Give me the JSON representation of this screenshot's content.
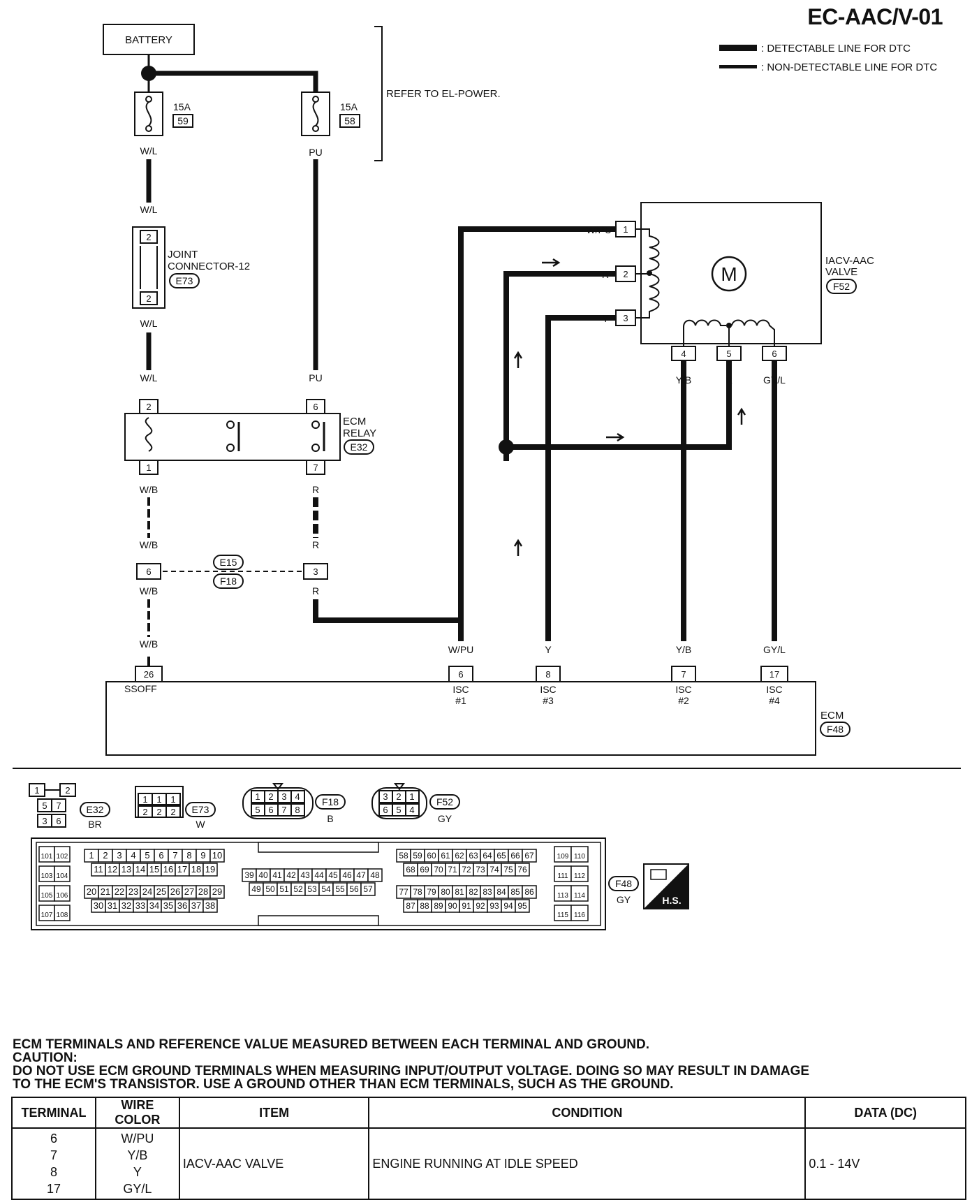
{
  "title": "EC-AAC/V-01",
  "legend": {
    "detectable": ": DETECTABLE LINE FOR DTC",
    "non_detectable": ": NON-DETECTABLE LINE FOR DTC"
  },
  "battery": {
    "label": "BATTERY"
  },
  "power_ref": "REFER TO EL-POWER.",
  "fuses": [
    {
      "amp": "15A",
      "num": "59",
      "wire": "W/L"
    },
    {
      "amp": "15A",
      "num": "58",
      "wire": "PU"
    }
  ],
  "joint_connector": {
    "name1": "JOINT",
    "name2": "CONNECTOR-12",
    "code": "E73",
    "pin_top": "2",
    "pin_bottom": "2"
  },
  "ecm_relay": {
    "name1": "ECM",
    "name2": "RELAY",
    "code": "E32",
    "pins": [
      "2",
      "6",
      "1",
      "7"
    ]
  },
  "harness_connector": {
    "code_e": "E15",
    "code_f": "F18",
    "pin_left": "6",
    "pin_right": "3"
  },
  "wire_labels": {
    "wl": "W/L",
    "pu": "PU",
    "wb": "W/B",
    "r": "R",
    "wpu": "W/PU",
    "y": "Y",
    "yb": "Y/B",
    "gyl": "GY/L"
  },
  "iacv": {
    "name1": "IACV-AAC",
    "name2": "VALVE",
    "code": "F52",
    "motor": "M",
    "pins": [
      "1",
      "2",
      "3",
      "4",
      "5",
      "6"
    ]
  },
  "ecm": {
    "name": "ECM",
    "code": "F48",
    "terminals": [
      {
        "pin": "26",
        "label": "SSOFF",
        "sub": ""
      },
      {
        "pin": "6",
        "label": "ISC",
        "sub": "#1"
      },
      {
        "pin": "8",
        "label": "ISC",
        "sub": "#3"
      },
      {
        "pin": "7",
        "label": "ISC",
        "sub": "#2"
      },
      {
        "pin": "17",
        "label": "ISC",
        "sub": "#4"
      }
    ]
  },
  "connector_views": [
    {
      "code": "E32",
      "color": "BR",
      "pins": [
        "1",
        "2",
        "5",
        "7",
        "3",
        "6"
      ]
    },
    {
      "code": "E73",
      "color": "W",
      "pins": [
        "1",
        "1",
        "1",
        "2",
        "2",
        "2"
      ]
    },
    {
      "code": "F18",
      "color": "B",
      "pins": [
        "1",
        "2",
        "3",
        "4",
        "5",
        "6",
        "7",
        "8"
      ]
    },
    {
      "code": "F52",
      "color": "GY",
      "pins": [
        "3",
        "2",
        "1",
        "6",
        "5",
        "4"
      ]
    },
    {
      "code": "F48",
      "color": "GY"
    }
  ],
  "hs_badge": "H.S.",
  "notes": [
    "ECM TERMINALS AND REFERENCE VALUE MEASURED BETWEEN EACH TERMINAL AND GROUND.",
    "CAUTION:",
    "DO NOT USE ECM GROUND TERMINALS WHEN MEASURING INPUT/OUTPUT VOLTAGE. DOING SO MAY RESULT IN DAMAGE",
    "TO THE ECM'S TRANSISTOR. USE A GROUND OTHER THAN ECM TERMINALS, SUCH AS THE GROUND."
  ],
  "table": {
    "headers": [
      "TERMINAL",
      "WIRE COLOR",
      "ITEM",
      "CONDITION",
      "DATA (DC)"
    ],
    "terminals": [
      "6",
      "7",
      "8",
      "17"
    ],
    "wire_colors": [
      "W/PU",
      "Y/B",
      "Y",
      "GY/L"
    ],
    "item": "IACV-AAC VALVE",
    "condition": "ENGINE RUNNING AT IDLE SPEED",
    "data": "0.1 - 14V"
  }
}
